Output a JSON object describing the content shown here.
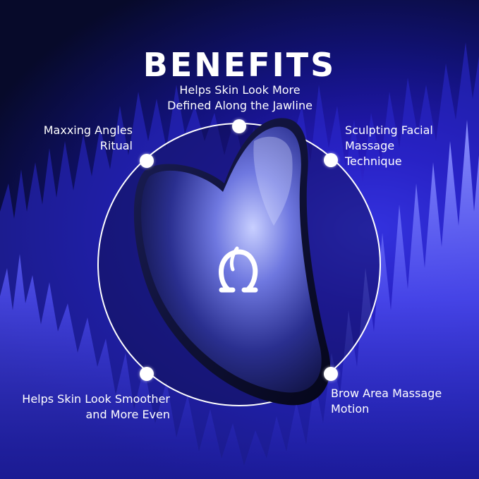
{
  "title": "BENEFITS",
  "benefits": [
    {
      "line1": "Helps Skin Look More",
      "line2": "Defined Along the Jawline"
    },
    {
      "line1": "Maxxing Angles",
      "line2": "Ritual"
    },
    {
      "line1": "Sculpting Facial",
      "line2": "Massage",
      "line3": "Technique"
    },
    {
      "line1": "Helps Skin Look Smoother",
      "line2": "and More Even"
    },
    {
      "line1": "Brow Area Massage",
      "line2": "Motion"
    }
  ],
  "product": {
    "logo_icon": "omega-logo-icon",
    "body_color": "#2a2f8f",
    "highlight_color": "#b9c3ff"
  },
  "colors": {
    "background": "#070a2a",
    "wave": "#4a4cff",
    "accent": "#ffffff"
  }
}
